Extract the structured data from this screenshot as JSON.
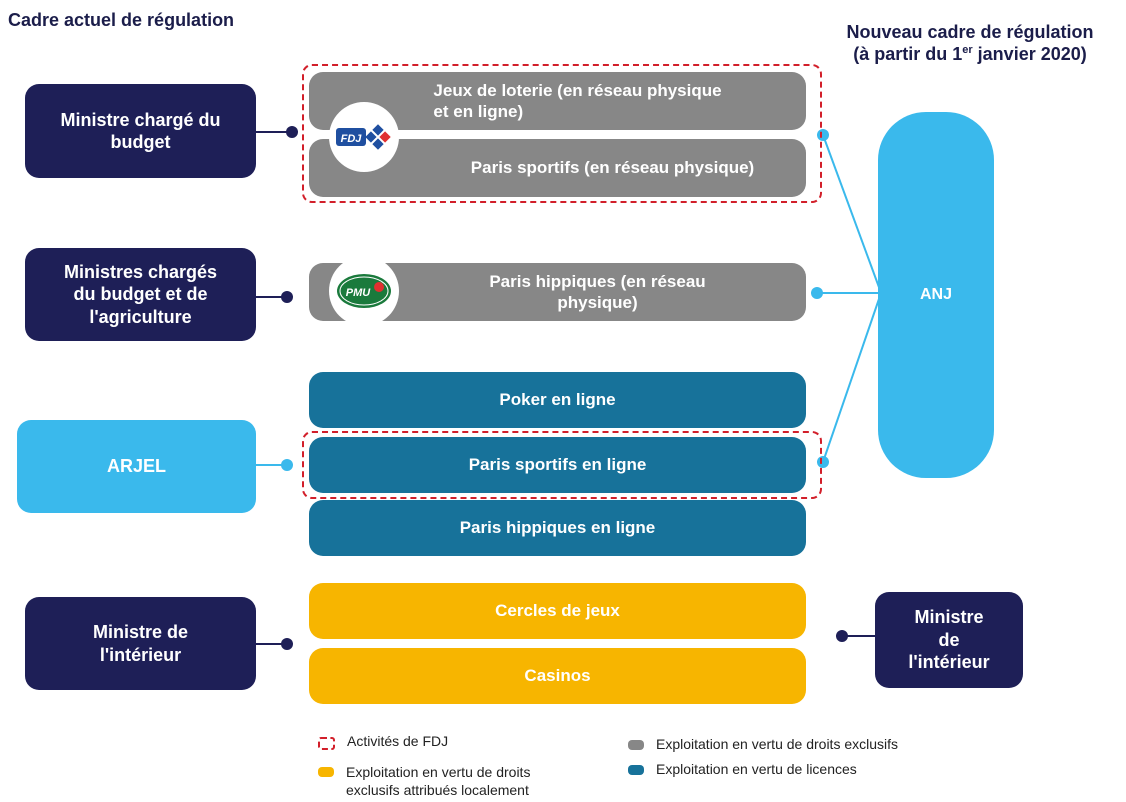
{
  "headers": {
    "left": "Cadre actuel de régulation",
    "right_line1": "Nouveau cadre de régulation",
    "right_line2_pre": "(à partir du 1",
    "right_line2_sup": "er",
    "right_line2_post": " janvier 2020)"
  },
  "authorities": {
    "budget": [
      "Ministre chargé du",
      "budget"
    ],
    "budget_agri": [
      "Ministres chargés",
      "du budget et de",
      "l'agriculture"
    ],
    "arjel": "ARJEL",
    "interieur_left": [
      "Ministre de",
      "l'intérieur"
    ],
    "interieur_right": [
      "Ministre",
      "de",
      "l'intérieur"
    ],
    "anj": "ANJ"
  },
  "activities": {
    "loterie": [
      "Jeux de loterie (en réseau physique",
      "et en ligne)"
    ],
    "paris_sportifs_physique": "Paris sportifs (en réseau physique)",
    "paris_hippiques_physique": [
      "Paris hippiques (en réseau",
      "physique)"
    ],
    "poker": "Poker en ligne",
    "paris_sportifs_ligne": "Paris sportifs en ligne",
    "paris_hippiques_ligne": "Paris hippiques en ligne",
    "cercles": "Cercles de jeux",
    "casinos": "Casinos"
  },
  "logos": {
    "fdj": "FDJ",
    "pmu": "PMU"
  },
  "legend": {
    "fdj": "Activités de FDJ",
    "exclusifs": "Exploitation en vertu de droits exclusifs",
    "local": [
      "Exploitation en vertu de droits",
      "exclusifs attribués localement"
    ],
    "licences": "Exploitation en vertu de licences"
  },
  "colors": {
    "navy": "#1e1f57",
    "gray": "#878787",
    "blue": "#17729a",
    "orange": "#f7b500",
    "light_blue": "#3ab9ec",
    "dashed_red": "#d21f2a"
  }
}
